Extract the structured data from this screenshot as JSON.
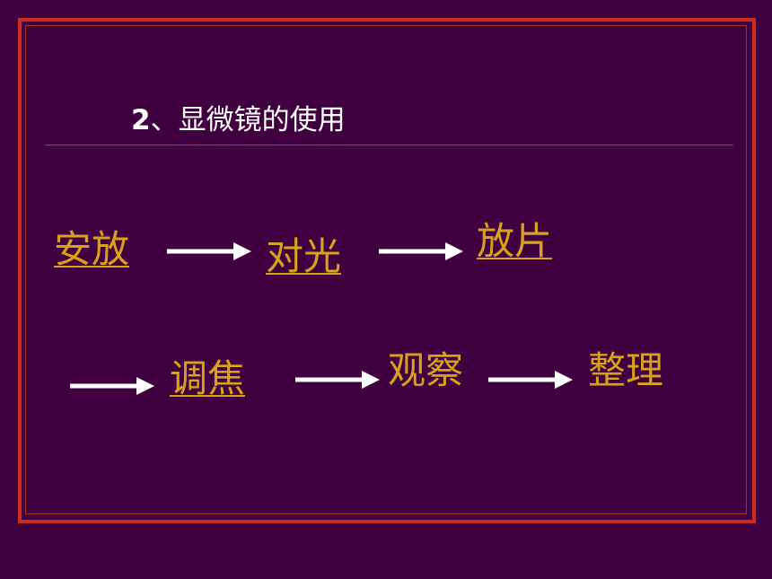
{
  "slide": {
    "title_number": "2",
    "title_text": "、显微镜的使用",
    "steps": [
      {
        "label": "安放",
        "linked": true
      },
      {
        "label": "对光",
        "linked": true
      },
      {
        "label": "放片",
        "linked": true
      },
      {
        "label": "调焦",
        "linked": true
      },
      {
        "label": "观察",
        "linked": false
      },
      {
        "label": "整理",
        "linked": false
      }
    ],
    "icons": [
      "arrow-right-icon"
    ],
    "colors": {
      "background": "#400040",
      "frame": "#cc2b1f",
      "step_text": "#d9a21b",
      "title_text": "#ffffff",
      "arrow": "#ffffff"
    }
  }
}
